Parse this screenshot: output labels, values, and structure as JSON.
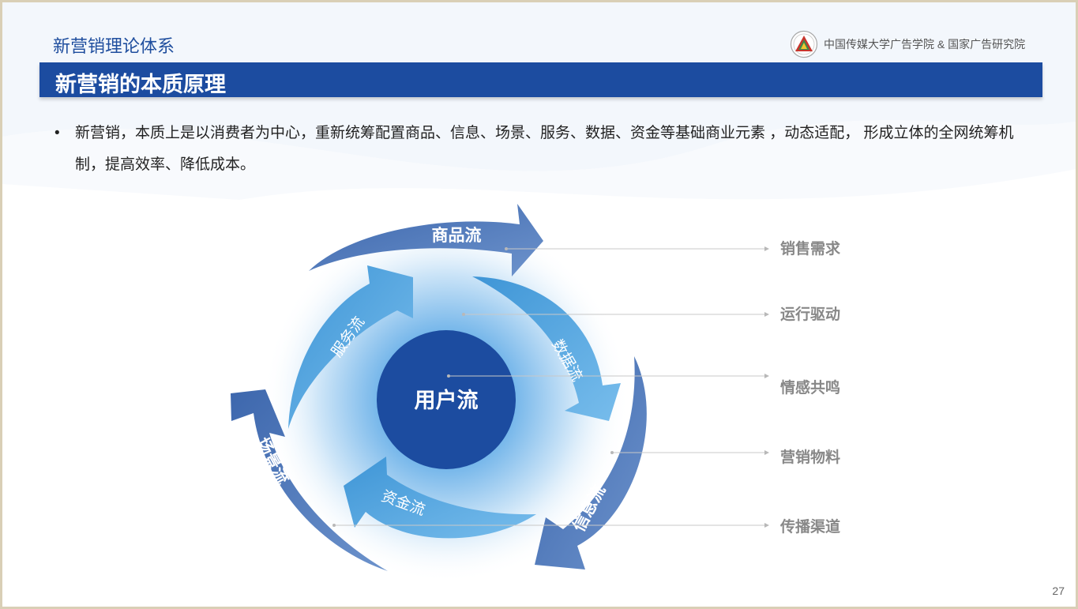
{
  "header": {
    "section_title": "新营销理论体系",
    "org_name": "中国传媒大学广告学院 & 国家广告研究院"
  },
  "title": "新营销的本质原理",
  "bullet": {
    "text": "新营销，本质上是以消费者为中心，重新统筹配置商品、信息、场景、服务、数据、资金等基础商业元素 ，动态适配， 形成立体的全网统筹机制，提高效率、降低成本。"
  },
  "diagram": {
    "center": "用户流",
    "outer_flows": [
      "商品流",
      "信息流",
      "场景流"
    ],
    "inner_flows": [
      "服务流",
      "数据流",
      "资金流"
    ],
    "labels": [
      "销售需求",
      "运行驱动",
      "情感共鸣",
      "营销物料",
      "传播渠道"
    ]
  },
  "colors": {
    "title_bar": "#1c4ca0",
    "outer_arrow": "#4f78bb",
    "inner_arrow": "#4ea3db",
    "center_circle": "#1c4ca0",
    "label_text": "#888888"
  },
  "page_number": "27"
}
